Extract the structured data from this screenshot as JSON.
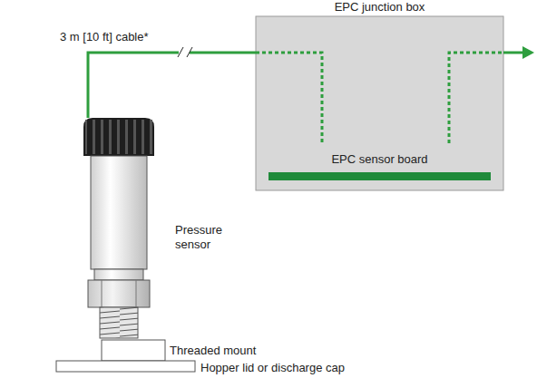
{
  "diagram": {
    "nodes": [
      {
        "text": [
          "EPC junction box"
        ]
      },
      {
        "text": [
          "EPC sensor board"
        ],
        "in": 0
      }
    ],
    "labels": [
      "3 m [10 ft] cable*",
      "Pressure sensor",
      "Threaded mount",
      "Hopper lid or discharge cap"
    ]
  }
}
